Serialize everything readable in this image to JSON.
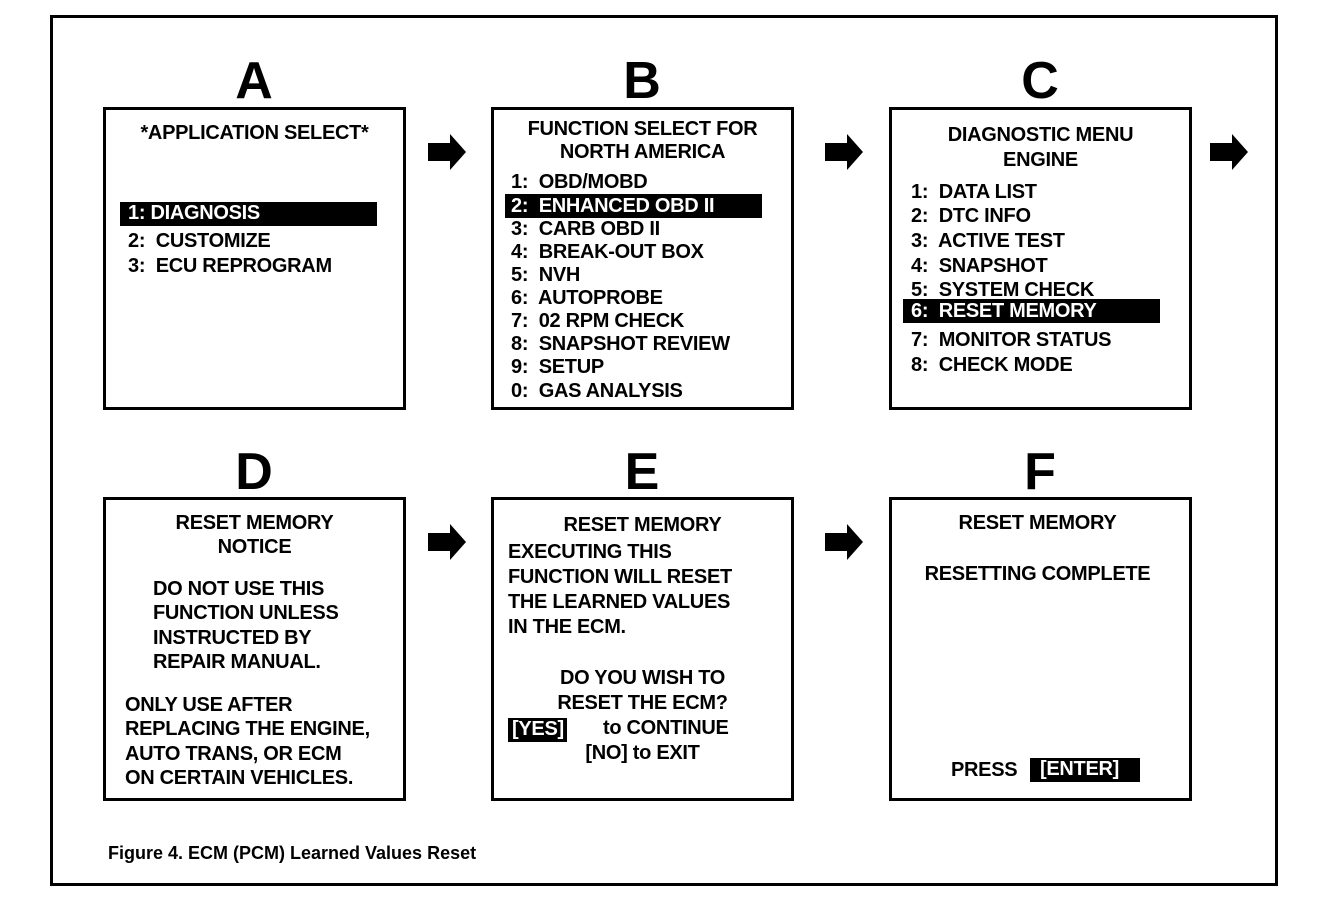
{
  "panels": {
    "a": {
      "letter": "A",
      "title": "*APPLICATION SELECT*",
      "items": [
        "1: DIAGNOSIS",
        "2:  CUSTOMIZE",
        "3:  ECU REPROGRAM"
      ],
      "selected": "1: DIAGNOSIS"
    },
    "b": {
      "letter": "B",
      "title": [
        "FUNCTION SELECT FOR",
        "NORTH AMERICA"
      ],
      "items": [
        "1:  OBD/MOBD",
        "2:  ENHANCED OBD II",
        "3:  CARB OBD II",
        "4:  BREAK-OUT BOX",
        "5:  NVH",
        "6:  AUTOPROBE",
        "7:  02 RPM CHECK",
        "8:  SNAPSHOT REVIEW",
        "9:  SETUP",
        "0:  GAS ANALYSIS"
      ],
      "selected": "2:  ENHANCED OBD II"
    },
    "c": {
      "letter": "C",
      "title": [
        "DIAGNOSTIC MENU",
        "ENGINE"
      ],
      "items": [
        "1:  DATA LIST",
        "2:  DTC INFO",
        "3:  ACTIVE TEST",
        "4:  SNAPSHOT",
        "5:  SYSTEM CHECK",
        "6:  RESET MEMORY",
        "7:  MONITOR STATUS",
        "8:  CHECK MODE"
      ],
      "selected": "6:  RESET MEMORY"
    },
    "d": {
      "letter": "D",
      "title": [
        "RESET MEMORY",
        "NOTICE"
      ],
      "notice": [
        "DO NOT USE THIS",
        "FUNCTION UNLESS",
        "INSTRUCTED BY",
        "REPAIR MANUAL."
      ],
      "note": [
        "ONLY USE AFTER",
        "REPLACING THE ENGINE,",
        "AUTO TRANS, OR ECM",
        "ON CERTAIN VEHICLES."
      ]
    },
    "e": {
      "letter": "E",
      "title": "RESET MEMORY",
      "body": [
        "EXECUTING THIS",
        "FUNCTION WILL RESET",
        "THE LEARNED VALUES",
        "IN THE ECM."
      ],
      "question": [
        "DO YOU WISH TO",
        "RESET THE ECM?"
      ],
      "yes_key": "[YES]",
      "yes_text": "to CONTINUE",
      "no_line": "[NO] to EXIT"
    },
    "f": {
      "letter": "F",
      "title": "RESET MEMORY",
      "status": "RESETTING COMPLETE",
      "press": "PRESS",
      "enter_key": "[ENTER]"
    }
  },
  "arrow_icon": "right-arrow-icon",
  "caption": "Figure 4. ECM (PCM) Learned Values Reset"
}
